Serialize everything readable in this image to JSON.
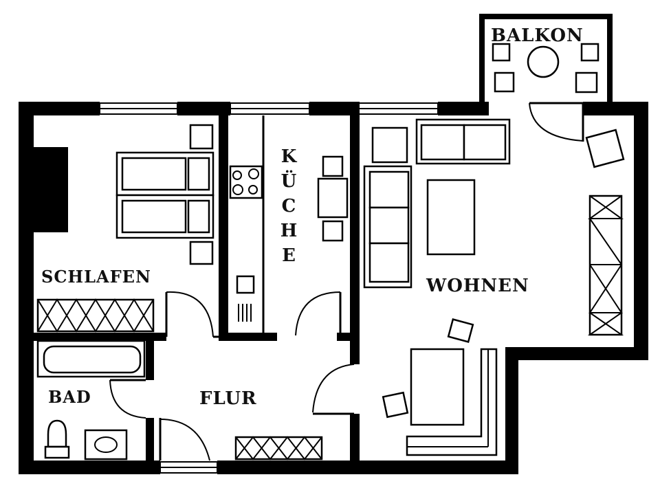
{
  "plan": {
    "rooms": {
      "balkon": "BALKON",
      "schlafen": "SCHLAFEN",
      "kueche": "KÜCHE",
      "wohnen": "WOHNEN",
      "bad": "BAD",
      "flur": "FLUR"
    }
  }
}
